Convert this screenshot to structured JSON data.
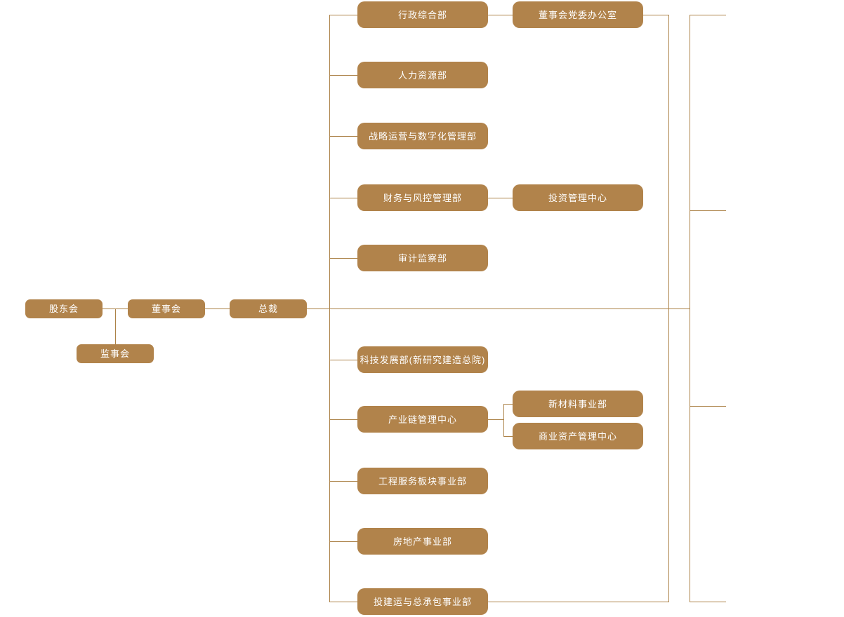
{
  "theme": {
    "node_color": "#B1834B",
    "line_color": "#AC8248",
    "text_color": "#FFFFFF",
    "background": "#FFFFFF"
  },
  "nodes": {
    "shareholders": "股东会",
    "board": "董事会",
    "president": "总裁",
    "supervisory": "监事会",
    "admin": "行政综合部",
    "party_office": "董事会党委办公室",
    "hr": "人力资源部",
    "strategy": "战略运营与数字化管理部",
    "finance": "财务与风控管理部",
    "investment": "投资管理中心",
    "audit": "审计监察部",
    "tech": "科技发展部(新研究建造总院)",
    "industry_chain": "产业链管理中心",
    "new_materials": "新材料事业部",
    "commercial_assets": "商业资产管理中心",
    "engineering": "工程服务板块事业部",
    "real_estate": "房地产事业部",
    "epc": "投建运与总承包事业部"
  },
  "edges": [
    [
      "shareholders",
      "board"
    ],
    [
      "board",
      "president"
    ],
    [
      "shareholders-board-connector",
      "supervisory"
    ],
    [
      "president",
      "admin"
    ],
    [
      "president",
      "hr"
    ],
    [
      "president",
      "strategy"
    ],
    [
      "president",
      "finance"
    ],
    [
      "president",
      "audit"
    ],
    [
      "president",
      "tech"
    ],
    [
      "president",
      "industry_chain"
    ],
    [
      "president",
      "engineering"
    ],
    [
      "president",
      "real_estate"
    ],
    [
      "president",
      "epc"
    ],
    [
      "admin",
      "party_office"
    ],
    [
      "finance",
      "investment"
    ],
    [
      "industry_chain",
      "new_materials"
    ],
    [
      "industry_chain",
      "commercial_assets"
    ]
  ],
  "truncated_right_branch": {
    "stub_count": 4,
    "note": "four evenly spaced connector stubs exit toward the right edge; their target boxes are cut off by the image border"
  }
}
